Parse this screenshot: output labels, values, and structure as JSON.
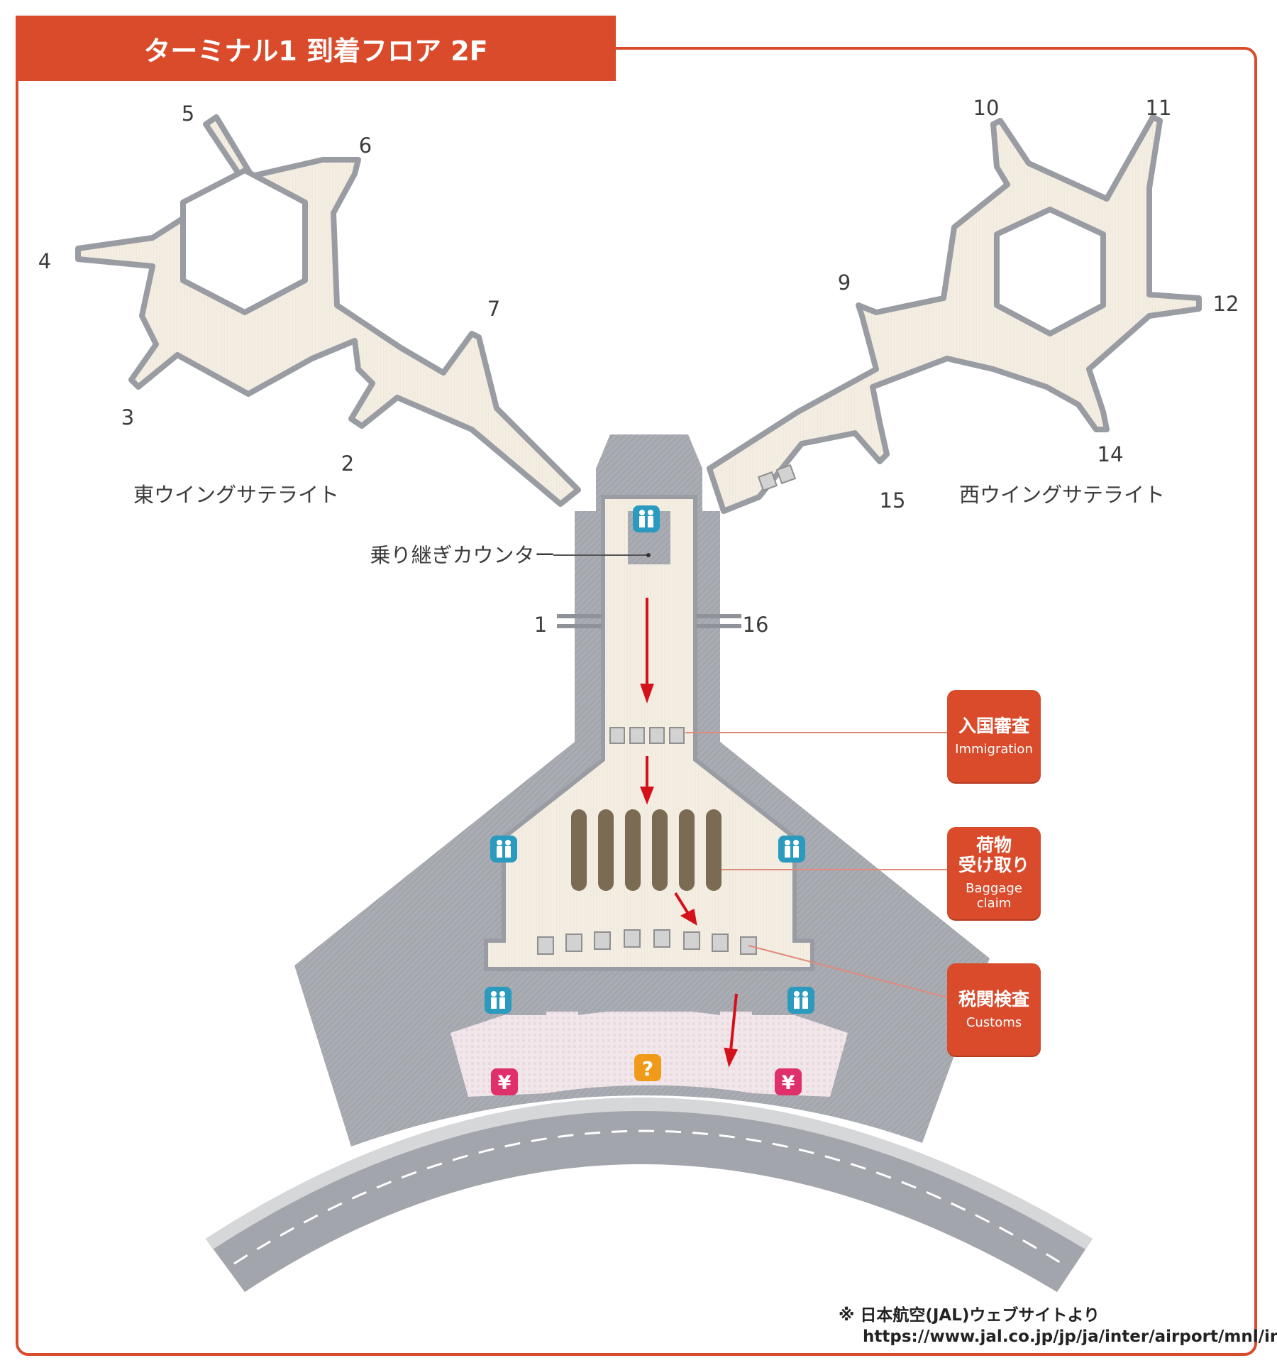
{
  "title": "ターミナル1 到着フロア 2F",
  "gates": [
    "1",
    "2",
    "3",
    "4",
    "5",
    "6",
    "7",
    "9",
    "10",
    "11",
    "12",
    "14",
    "15",
    "16"
  ],
  "wings": {
    "east": "東ウイングサテライト",
    "west": "西ウイングサテライト"
  },
  "transfer_counter": "乗り継ぎカウンター",
  "labels": {
    "immigration": {
      "ja": "入国審査",
      "en": "Immigration"
    },
    "baggage": {
      "ja": "荷物受け取り",
      "ja_line1": "荷物",
      "ja_line2": "受け取り",
      "en": "Baggage claim"
    },
    "customs": {
      "ja": "税関検査",
      "en": "Customs"
    }
  },
  "credit": {
    "source": "※ 日本航空(JAL)ウェブサイトより",
    "url": "https://www.jal.co.jp/jp/ja/inter/airport/mnl/info/"
  },
  "icons": {
    "restroom": "restroom-icon",
    "currency": "currency-exchange-icon",
    "info": "information-icon",
    "arrow": "direction-arrow-icon"
  },
  "symbols": {
    "currency": "¥",
    "info": "?"
  },
  "colors": {
    "accent": "#d94b2b",
    "floor": "#f3ede2",
    "wall": "#a9acb2",
    "restroom": "#2a9bbf",
    "currency": "#e0306c",
    "info": "#f09a1a",
    "carousel": "#7a6b52",
    "arrow": "#d4111b"
  }
}
